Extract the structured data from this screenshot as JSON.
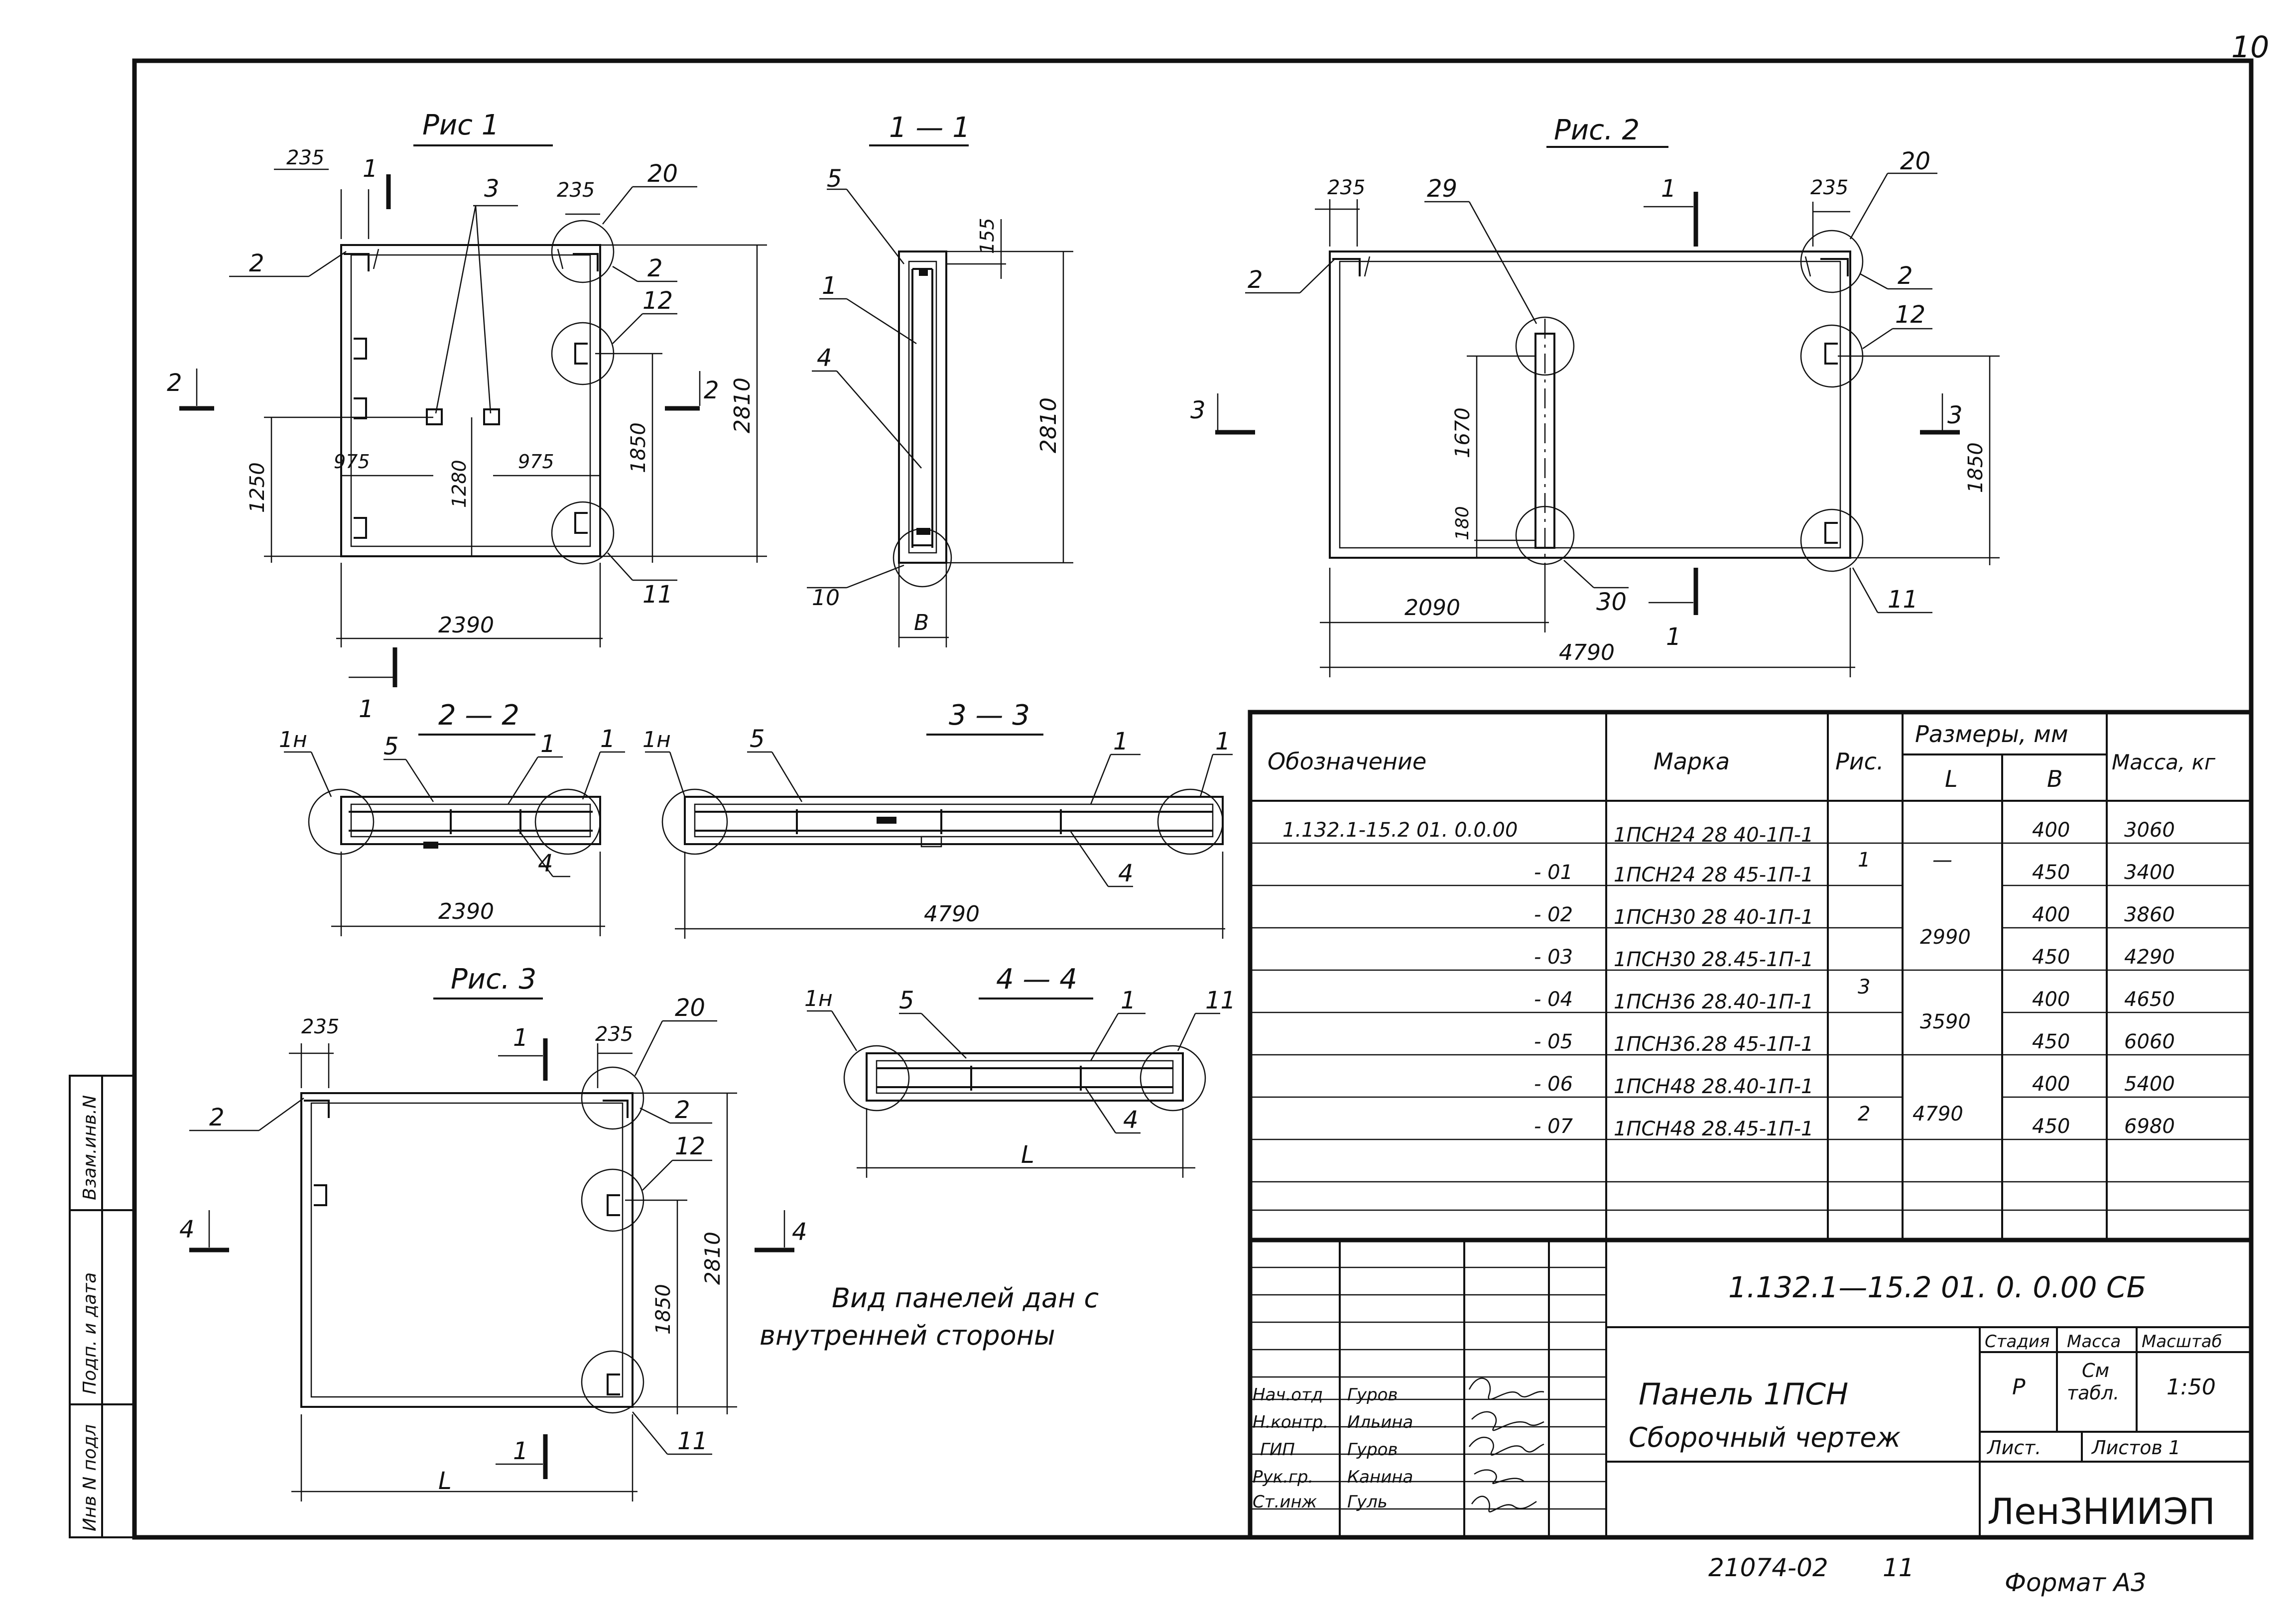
{
  "page_number": "10",
  "figures": {
    "fig1": "Рис 1",
    "fig2": "Рис. 2",
    "fig3": "Рис. 3",
    "s11": "1 — 1",
    "s22": "2 — 2",
    "s33": "3 — 3",
    "s44": "4 — 4"
  },
  "dims": {
    "d235": "235",
    "d2390": "2390",
    "d2810": "2810",
    "d1850": "1850",
    "d1250": "1250",
    "d975": "975",
    "d1280": "1280",
    "d155": "155",
    "dB": "В",
    "d4790": "4790",
    "d2090": "2090",
    "d1670": "1670",
    "d180": "180",
    "dL": "L"
  },
  "callouts": {
    "c1": "1",
    "c2": "2",
    "c3": "3",
    "c4": "4",
    "c5": "5",
    "c10": "10",
    "c11": "11",
    "c12": "12",
    "c20": "20",
    "c29": "29",
    "c30": "30",
    "c1n": "1н"
  },
  "note": [
    "Вид панелей дан с",
    "внутренней стороны"
  ],
  "spec": {
    "headers": {
      "designation": "Обозначение",
      "mark": "Марка",
      "fig": "Рис.",
      "sizes": "Размеры, мм",
      "L": "L",
      "B": "В",
      "mass": "Масса, кг"
    },
    "rows": [
      {
        "designation": "1.132.1-15.2 01. 0.0.00",
        "mark": "1ПСН24 28 40-1П-1",
        "fig": "1",
        "L": "—",
        "B": "400",
        "mass": "3060"
      },
      {
        "designation": "- 01",
        "mark": "1ПСН24 28 45-1П-1",
        "fig": "",
        "L": "",
        "B": "450",
        "mass": "3400"
      },
      {
        "designation": "- 02",
        "mark": "1ПСН30 28 40-1П-1",
        "fig": "3",
        "L": "2990",
        "B": "400",
        "mass": "3860"
      },
      {
        "designation": "- 03",
        "mark": "1ПСН30 28.45-1П-1",
        "fig": "",
        "L": "",
        "B": "450",
        "mass": "4290"
      },
      {
        "designation": "- 04",
        "mark": "1ПСН36 28.40-1П-1",
        "fig": "",
        "L": "3590",
        "B": "400",
        "mass": "4650"
      },
      {
        "designation": "- 05",
        "mark": "1ПСН36.28 45-1П-1",
        "fig": "",
        "L": "",
        "B": "450",
        "mass": "6060"
      },
      {
        "designation": "- 06",
        "mark": "1ПСН48 28.40-1П-1",
        "fig": "2",
        "L": "4790",
        "B": "400",
        "mass": "5400"
      },
      {
        "designation": "- 07",
        "mark": "1ПСН48 28.45-1П-1",
        "fig": "",
        "L": "",
        "B": "450",
        "mass": "6980"
      }
    ]
  },
  "title_block": {
    "code": "1.132.1—15.2  01. 0. 0.00 СБ",
    "name": "Панель  1ПСН",
    "subname": "Сборочный  чертеж",
    "stage_label": "Стадия",
    "mass_label": "Масса",
    "scale_label": "Масштаб",
    "stage": "Р",
    "mass_value": [
      "См",
      "табл."
    ],
    "scale": "1:50",
    "sheet_label": "Лист.",
    "sheets_label": "Листов 1",
    "org": "ЛенЗНИИЭП",
    "signatures": [
      {
        "role": "Нач.отд",
        "name": "Гуров"
      },
      {
        "role": "Н.контр.",
        "name": "Ильина"
      },
      {
        "role": "ГИП",
        "name": "Гуров"
      },
      {
        "role": "Рук.гр.",
        "name": "Канина"
      },
      {
        "role": "Ст.инж",
        "name": "Гуль"
      }
    ]
  },
  "side_stamp": [
    "Инв N подл",
    "Подп. и дата",
    "Взам.инв.N"
  ],
  "footer": {
    "number": "21074-02",
    "page": "11",
    "format": "Формат А3"
  }
}
